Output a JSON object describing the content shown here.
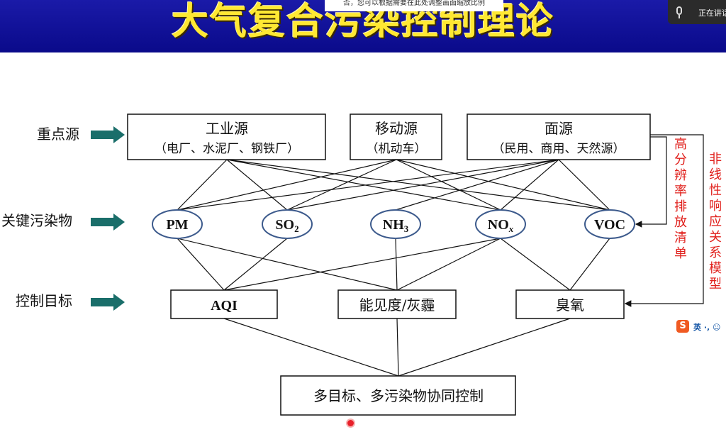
{
  "title": "大气复合污染控制理论",
  "tooltip": "否，您可以根据需要在此处调整画面缩放比例",
  "speaking_indicator": {
    "icon": "microphone-icon",
    "text": "正在讲话"
  },
  "row_labels": {
    "sources": "重点源",
    "pollutants": "关键污染物",
    "targets": "控制目标"
  },
  "sources": [
    {
      "name": "工业源",
      "detail": "（电厂、水泥厂、钢铁厂）"
    },
    {
      "name": "移动源",
      "detail": "（机动车）"
    },
    {
      "name": "面源",
      "detail": "（民用、商用、天然源）"
    }
  ],
  "pollutants": [
    {
      "base": "PM",
      "sub": ""
    },
    {
      "base": "SO",
      "sub": "2"
    },
    {
      "base": "NH",
      "sub": "3"
    },
    {
      "base": "NO",
      "sub": "x"
    },
    {
      "base": "VOC",
      "sub": ""
    }
  ],
  "targets": [
    "AQI",
    "能见度/灰霾",
    "臭氧"
  ],
  "goal": "多目标、多污染物协同控制",
  "side_labels": {
    "inventory": "高分辨率排放清单",
    "model": "非线性响应关系模型"
  },
  "ime": {
    "logo": "S",
    "text": "英 ·, ☺"
  },
  "colors": {
    "banner": "#0f0fa0",
    "title": "#ffe833",
    "arrow": "#1a6e6a",
    "node_border": "#3c5a8c",
    "side_text": "#e0201c"
  }
}
